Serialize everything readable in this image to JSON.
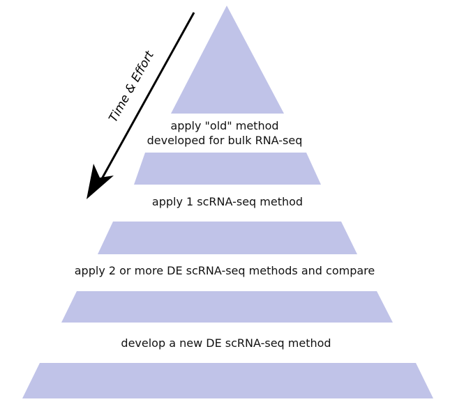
{
  "diagram": {
    "arrow_label": "Time & Effort",
    "tier_color": "#c0c3e8",
    "labels": [
      "apply \"old\" method",
      "developed for bulk RNA-seq",
      "apply 1 scRNA-seq method",
      "apply 2 or more DE scRNA-seq methods and compare",
      "develop a new DE scRNA-seq method"
    ]
  }
}
